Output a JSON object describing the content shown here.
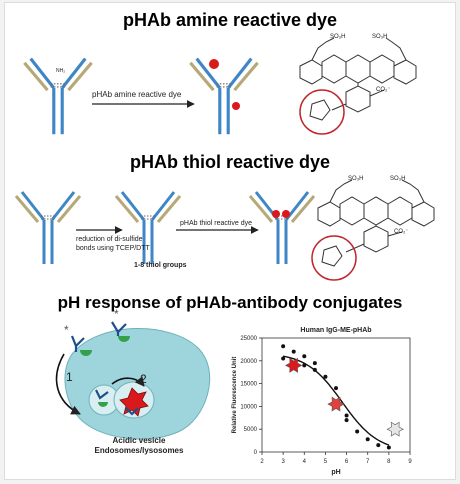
{
  "sections": {
    "amine_title": "pHAb amine reactive dye",
    "thiol_title": "pHAb thiol reactive dye",
    "response_title": "pH response of pHAb-antibody conjugates"
  },
  "amine": {
    "arrow_label": "pHAb amine reactive dye",
    "nh2_label": "NH₂",
    "struct_so3h_left": "SO₃H",
    "struct_so3h_right": "SO₃H",
    "struct_co2": "CO₂⁻"
  },
  "thiol": {
    "reduction_label_1": "reduction of di-sulfide",
    "reduction_label_2": "bonds using TCEP/DTT",
    "arrow_label": "pHAb thiol reactive dye",
    "thiol_groups": "1-8 thiol groups",
    "struct_so3h_left": "SO₃H",
    "struct_so3h_right": "SO₃H",
    "struct_co2": "CO₂⁻"
  },
  "vesicle": {
    "step1": "1",
    "step2": "2",
    "caption_1": "Acidic vesicle",
    "caption_2": "Endosomes/lysosomes",
    "cell_color": "#9ed4dc"
  },
  "colors": {
    "dye_red": "#d9191c",
    "antibody_blue": "#3f86c6",
    "antibody_tan": "#b7a878",
    "circle_red": "#c0272d"
  },
  "chart_data": {
    "type": "scatter",
    "title": "Human IgG-ME-pHAb",
    "xlabel": "pH",
    "ylabel": "Relative Fluorescence Unit",
    "xlim": [
      2,
      9
    ],
    "ylim": [
      0,
      25000
    ],
    "xticks": [
      2,
      3,
      4,
      5,
      6,
      7,
      8,
      9
    ],
    "yticks": [
      0,
      5000,
      10000,
      15000,
      20000,
      25000
    ],
    "points": [
      {
        "x": 3.0,
        "y": 23200
      },
      {
        "x": 3.0,
        "y": 20500
      },
      {
        "x": 3.5,
        "y": 22000
      },
      {
        "x": 4.0,
        "y": 21000
      },
      {
        "x": 4.0,
        "y": 19000
      },
      {
        "x": 4.5,
        "y": 19500
      },
      {
        "x": 4.5,
        "y": 18000
      },
      {
        "x": 5.0,
        "y": 16500
      },
      {
        "x": 5.5,
        "y": 14000
      },
      {
        "x": 5.5,
        "y": 11000
      },
      {
        "x": 6.0,
        "y": 8000
      },
      {
        "x": 6.0,
        "y": 7000
      },
      {
        "x": 6.5,
        "y": 4500
      },
      {
        "x": 7.0,
        "y": 2800
      },
      {
        "x": 7.5,
        "y": 1500
      },
      {
        "x": 8.0,
        "y": 1000
      }
    ],
    "fit": {
      "top": 21800,
      "bottom": 0,
      "pka": 5.8,
      "slope": 0.85
    }
  }
}
